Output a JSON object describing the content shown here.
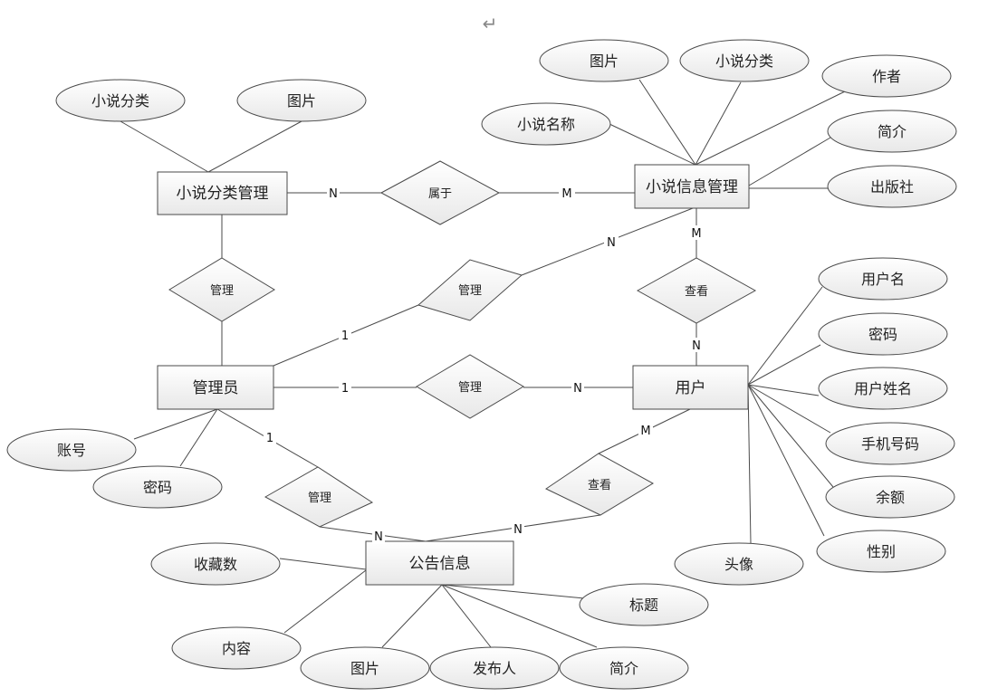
{
  "return_mark": "↵",
  "entities": {
    "novel_category_mgmt": "小说分类管理",
    "novel_info_mgmt": "小说信息管理",
    "admin": "管理员",
    "user": "用户",
    "notice_info": "公告信息"
  },
  "relationships": {
    "belongs": "属于",
    "manage_category": "管理",
    "manage_novel": "管理",
    "manage_user": "管理",
    "manage_notice": "管理",
    "view_novel": "查看",
    "view_notice": "查看"
  },
  "attributes": {
    "category_attrs": [
      "小说分类",
      "图片"
    ],
    "novel_attrs": [
      "图片",
      "小说分类",
      "作者",
      "小说名称",
      "简介",
      "出版社"
    ],
    "user_attrs": [
      "用户名",
      "密码",
      "用户姓名",
      "手机号码",
      "余额",
      "性别",
      "头像"
    ],
    "admin_attrs": [
      "账号",
      "密码"
    ],
    "notice_attrs": [
      "收藏数",
      "标题",
      "内容",
      "图片",
      "发布人",
      "简介"
    ]
  },
  "cardinalities": {
    "cat_belongs": "N",
    "novel_belongs": "M",
    "admin_novel": "1",
    "novel_admin": "N",
    "novel_view": "M",
    "user_view_novel": "N",
    "admin_user": "1",
    "user_admin": "N",
    "admin_notice": "1",
    "notice_admin": "N",
    "user_view_notice": "M",
    "notice_view": "N"
  }
}
